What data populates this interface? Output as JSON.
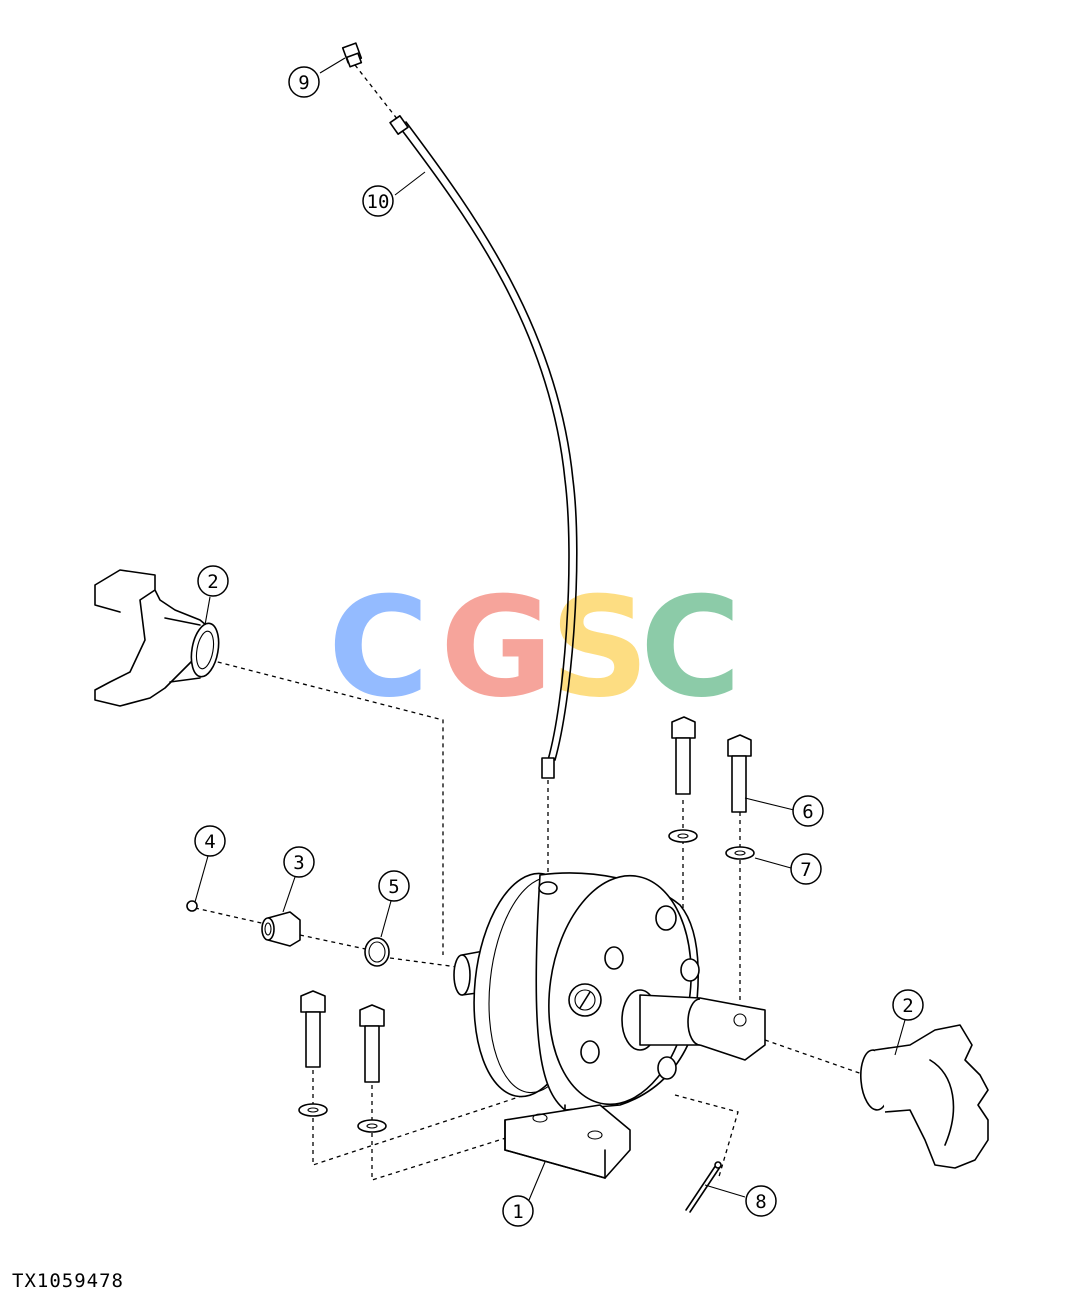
{
  "figure_id": "TX1059478",
  "watermark": {
    "letters": [
      "C",
      "G",
      "S",
      "C"
    ],
    "colors": [
      "#8fb8ff",
      "#f6a096",
      "#fddc7c",
      "#86c9a4"
    ]
  },
  "callouts": [
    {
      "label": "1"
    },
    {
      "label": "2"
    },
    {
      "label": "2"
    },
    {
      "label": "3"
    },
    {
      "label": "4"
    },
    {
      "label": "5"
    },
    {
      "label": "6"
    },
    {
      "label": "7"
    },
    {
      "label": "8"
    },
    {
      "label": "9"
    },
    {
      "label": "10"
    }
  ]
}
